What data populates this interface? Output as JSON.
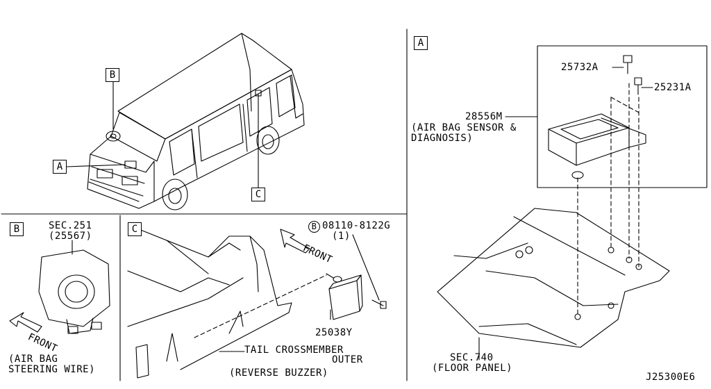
{
  "panels": {
    "main_label_b": "B",
    "main_label_a": "A",
    "main_label_c": "C",
    "panel_a_tag": "A",
    "panel_b_tag": "B",
    "panel_c_tag": "C"
  },
  "panel_a": {
    "part1": "25732A",
    "part2": "25231A",
    "part3": "28556M",
    "part3_desc1": "(AIR BAG SENSOR &",
    "part3_desc2": " DIAGNOSIS)",
    "sec": "SEC.740",
    "sec_desc": "(FLOOR PANEL)"
  },
  "panel_b": {
    "sec": "SEC.251",
    "sec_part": "(25567)",
    "front": "FRONT",
    "desc1": "(AIR BAG",
    "desc2": "STEERING WIRE)"
  },
  "panel_c": {
    "bolt_prefix": "B",
    "bolt_part": "08110-8122G",
    "bolt_qty": "(1)",
    "front": "FRONT",
    "part": "25038Y",
    "crossmember1": "TAIL CROSSMEMBER",
    "crossmember2": "OUTER",
    "desc": "(REVERSE BUZZER)"
  },
  "diagram_code": "J25300E6"
}
